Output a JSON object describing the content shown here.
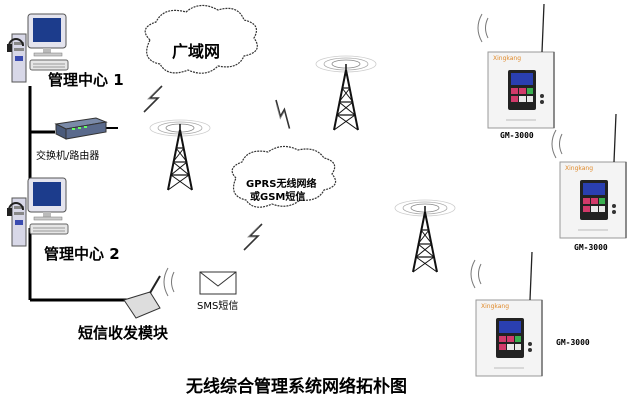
{
  "nodes": {
    "center1": "管理中心 1",
    "center2": "管理中心 2",
    "switch_router": "交换机/路由器",
    "sms_module": "短信收发模块",
    "wan": "广域网",
    "gprs_cloud_line1": "GPRS无线网络",
    "gprs_cloud_line2": "或GSM短信",
    "sms_label": "SMS短信",
    "device_brand": "Xingkang",
    "devices": [
      {
        "model": "GM-3000"
      },
      {
        "model": "GM-3000"
      },
      {
        "model": "GM-3000"
      }
    ]
  },
  "caption": "无线综合管理系统网络拓朴图",
  "colors": {
    "screen_blue": "#2a3fb0",
    "panel_pink": "#d23a6a",
    "brand_orange": "#e08a2a"
  }
}
